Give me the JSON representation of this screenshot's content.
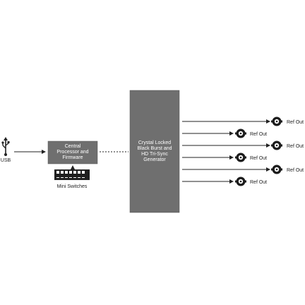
{
  "usb": {
    "label": "USB",
    "icon": "usb-icon"
  },
  "processor": {
    "line1": "Central",
    "line2": "Processor and",
    "line3": "Firmware"
  },
  "mini_switches": {
    "label": "Mini Switches",
    "icon": "dip-switch-icon"
  },
  "generator": {
    "line1": "Crystal Locked",
    "line2": "Black Burst and",
    "line3": "HD Tri-Sync",
    "line4": "Generator"
  },
  "outputs": [
    {
      "label": "Ref Out",
      "icon": "bnc-connector-icon"
    },
    {
      "label": "Ref Out",
      "icon": "bnc-connector-icon"
    },
    {
      "label": "Ref Out",
      "icon": "bnc-connector-icon"
    },
    {
      "label": "Ref Out",
      "icon": "bnc-connector-icon"
    },
    {
      "label": "Ref Out",
      "icon": "bnc-connector-icon"
    },
    {
      "label": "Ref Out",
      "icon": "bnc-connector-icon"
    }
  ],
  "colors": {
    "box_fill": "#6f6f6f",
    "line": "#222222",
    "text_light": "#ffffff",
    "text_dark": "#222222"
  }
}
